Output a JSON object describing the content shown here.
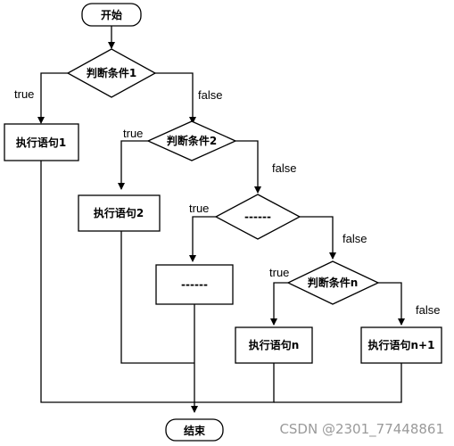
{
  "nodes": {
    "start": "开始",
    "cond1": "判断条件1",
    "cond2": "判断条件2",
    "cond_dots": "------",
    "condn": "判断条件n",
    "stmt1": "执行语句1",
    "stmt2": "执行语句2",
    "stmt_dots": "------",
    "stmtn": "执行语句n",
    "stmtn1": "执行语句n+1",
    "end": "结束"
  },
  "edges": {
    "c1_true": "true",
    "c1_false": "false",
    "c2_true": "true",
    "c2_false": "false",
    "cd_true": "true",
    "cd_false": "false",
    "cn_true": "true",
    "cn_false": "false"
  },
  "watermark": "CSDN @2301_77448861"
}
